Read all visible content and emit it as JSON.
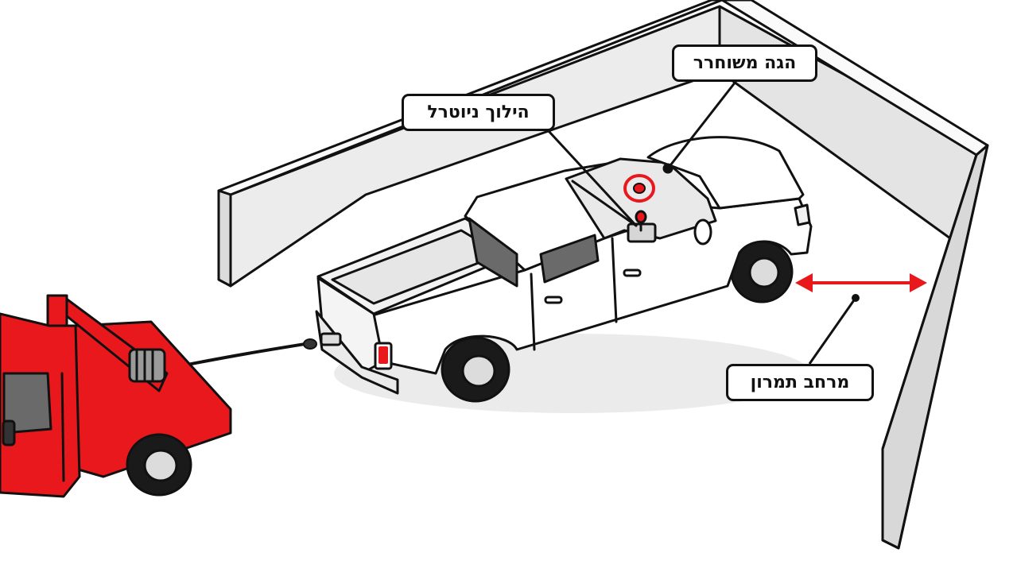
{
  "labels": {
    "steering": "הגה משוחרר",
    "neutral": "הילוך ניוטרל",
    "clearance": "מרחב תמרון"
  },
  "colors": {
    "accent": "#e8181c",
    "outline": "#111111",
    "wall": "#ececec",
    "truck_body": "#ffffff",
    "tow_truck": "#e8181c"
  },
  "icons": {
    "steering": "steering-wheel-icon",
    "gear": "gear-shifter-icon",
    "clearance": "double-arrow-icon"
  }
}
